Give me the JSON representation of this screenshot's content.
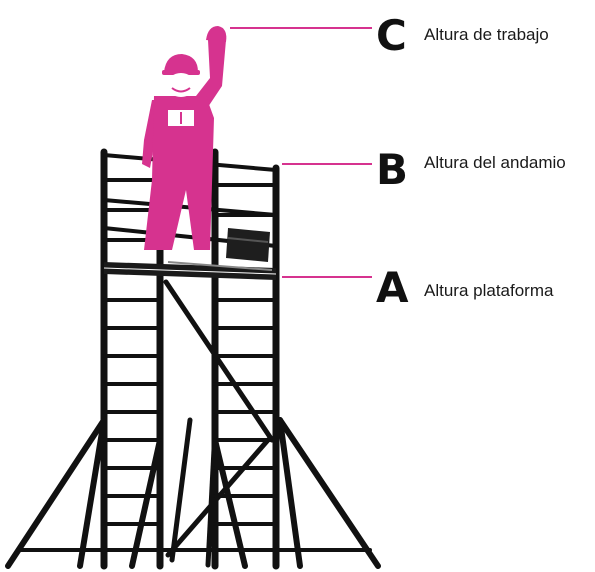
{
  "colors": {
    "accent": "#d6338f",
    "structure": "#111111",
    "background": "#ffffff"
  },
  "labels": [
    {
      "letter": "C",
      "text": "Altura de trabajo"
    },
    {
      "letter": "B",
      "text": "Altura del andamio"
    },
    {
      "letter": "A",
      "text": "Altura plataforma"
    }
  ]
}
